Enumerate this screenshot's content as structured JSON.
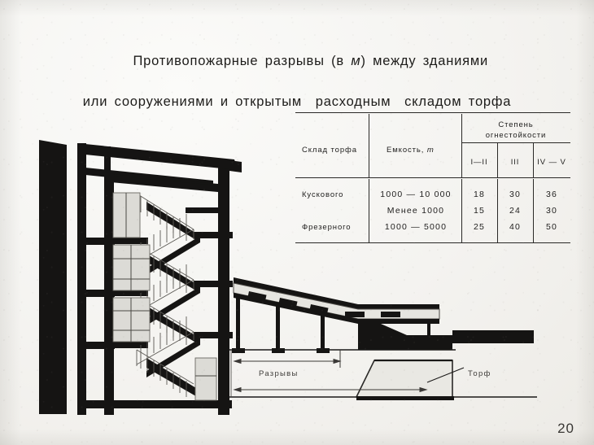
{
  "page": {
    "number": "20",
    "background_color": "#f2f1ee",
    "ink_color": "#1d1c1a"
  },
  "title": {
    "line1": "Противопожарные разрывы (в ",
    "line1_unit": "м",
    "line1_end": ") между зданиями",
    "line2": "или сооружениями и открытым  расходным  складом торфа"
  },
  "table": {
    "headers": {
      "col1": "Склад торфа",
      "col2_text": "Емкость, ",
      "col2_unit": "т",
      "group": "Степень",
      "group2": "огнестойкости",
      "sub1": "I—II",
      "sub2": "III",
      "sub3": "IV — V"
    },
    "rows": [
      {
        "storage": "Кускового",
        "capacity": "1000 — 10 000",
        "v1": "18",
        "v2": "30",
        "v3": "36"
      },
      {
        "storage": "",
        "capacity": "Менее  1000",
        "v1": "15",
        "v2": "24",
        "v3": "30"
      },
      {
        "storage": "Фрезерного",
        "capacity": "1000 — 5000",
        "v1": "25",
        "v2": "40",
        "v3": "50"
      }
    ]
  },
  "drawing": {
    "label_gaps": "Разрывы",
    "label_peat": "Торф",
    "caption_alt": "Разрез здания, галерея на колоннах и штабель торфа"
  }
}
